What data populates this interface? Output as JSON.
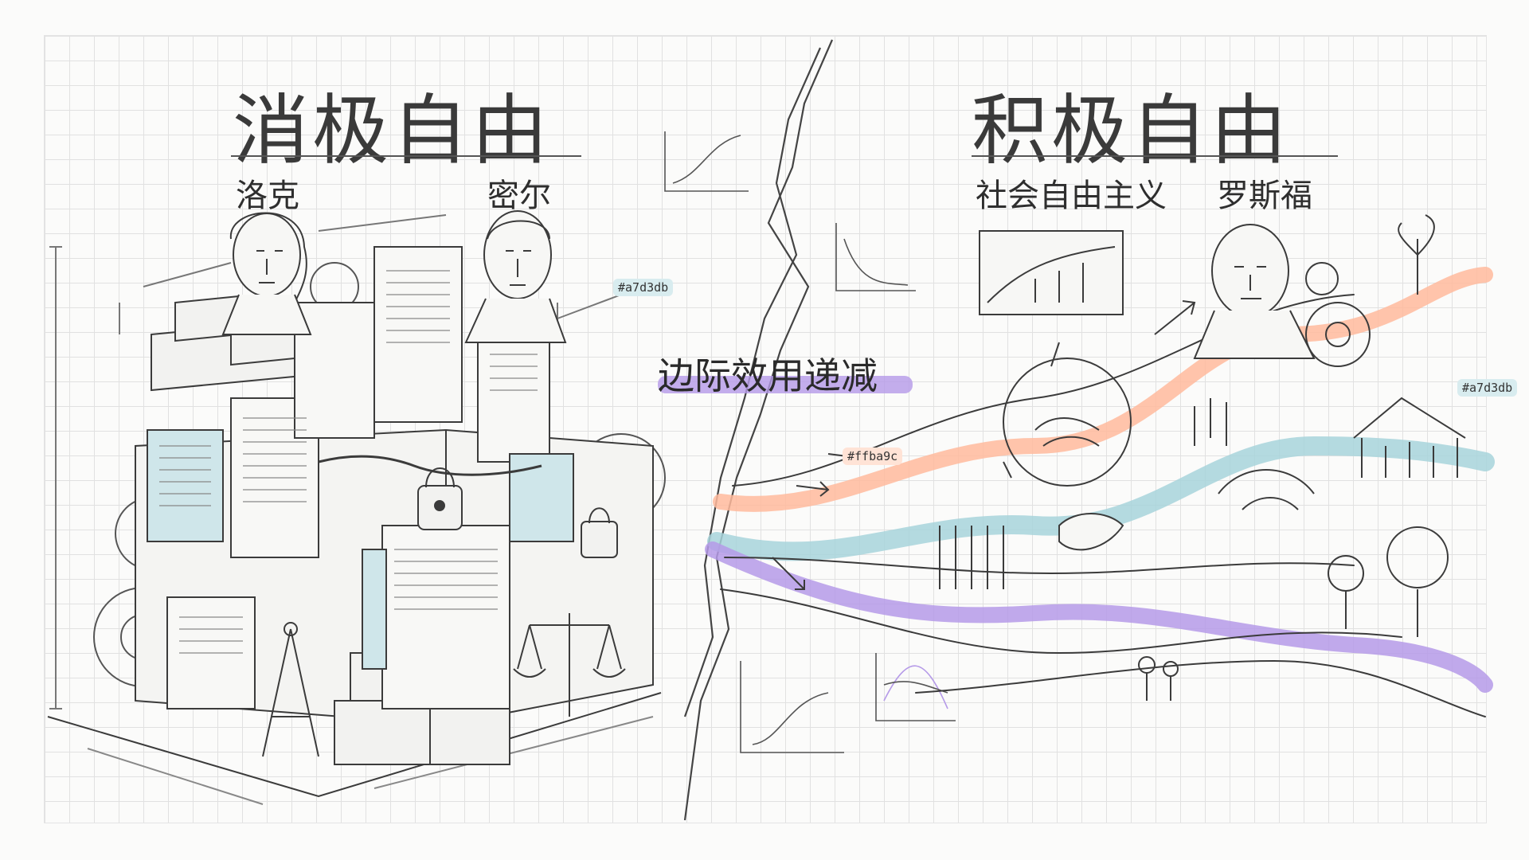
{
  "left": {
    "title": "消极自由",
    "thinkers": [
      "洛克",
      "密尔"
    ],
    "color_tag": "#a7d3db"
  },
  "right": {
    "title": "积极自由",
    "thinkers": [
      "社会自由主义",
      "罗斯福"
    ],
    "color_tag": "#a7d3db"
  },
  "center": {
    "label": "边际效用递减",
    "color_tag": "#ffba9c"
  },
  "colors": {
    "teal": "#a7d3db",
    "peach": "#ffba9c",
    "lavender": "#b59ae8",
    "ink": "#3a3a3a",
    "grid": "#e1e1e1"
  }
}
